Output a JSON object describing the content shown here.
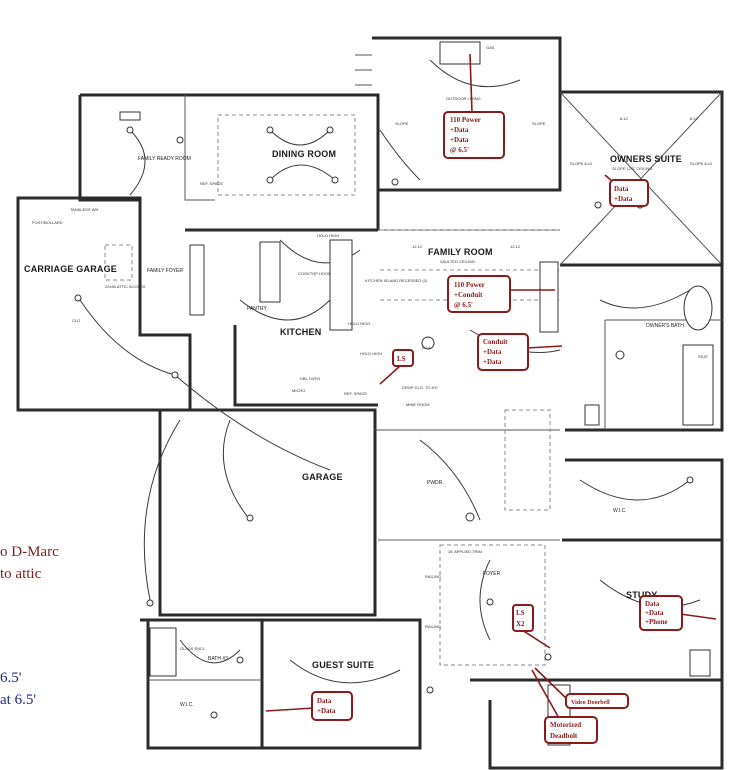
{
  "rooms": {
    "dining_room": "DINING ROOM",
    "family_room": "FAMILY ROOM",
    "family_room_sub": "VAULTED CEILING",
    "kitchen": "KITCHEN",
    "garage": "GARAGE",
    "carriage_garage": "CARRIAGE GARAGE",
    "owners_suite": "OWNERS SUITE",
    "owners_suite_sub": "SLOPE 12'0\" CEILING",
    "guest_suite": "GUEST SUITE",
    "study": "STUDY",
    "foyer": "FOYER",
    "family_ready_room": "FAMILY READY ROOM",
    "family_foyer": "FAMILY FOYER",
    "pantry": "PANTRY",
    "pwdr": "PWDR.",
    "wic_owner": "W.I.C.",
    "wic_guest": "W.I.C.",
    "owners_bath": "OWNER'S BATH",
    "bath3": "BATH #3",
    "outdoor_living": "OUTDOOR LIVING"
  },
  "annotations": {
    "slope_left": "SLOPE",
    "slope_right": "SLOPE",
    "slope_owner_a": "SLOPE 6:12",
    "slope_owner_b": "SLOPE 6:12",
    "slope_top_a": "6:12",
    "slope_top_b": "6:12",
    "hold_high_a": "HOLD HIGH",
    "hold_high_b": "HOLD HIGH",
    "hold_high_c": "HOLD HIGH",
    "post_bollard": "POST/BOLLARD",
    "tankless": "TANKLESS WH",
    "attic_access": "22x30 ATTIC ACCESS",
    "drop_clg": "DROP CLG. TO 8'4\"",
    "mine_room": "MINE ROOM",
    "ref_space_a": "REF. SPACE",
    "ref_space_b": "REF. SPACE",
    "micro": "MICRO",
    "dbl_oven": "DBL OVEN",
    "railing_a": "RAILING",
    "railing_b": "RAILING",
    "glass_encl": "GLASS ENCL.",
    "seat": "SEAT",
    "gas": "GAS",
    "clg": "CLG",
    "d24": "D2.4",
    "trim": "16' APPLIED TRIM",
    "cooktop": "COOKTOP HOOD",
    "kitchen_island": "KITCHEN ISLAND RECESSED (2)",
    "twelve_twelve_a": "12:12",
    "twelve_twelve_b": "12:12"
  },
  "callouts": {
    "outdoor": [
      "110 Power",
      "+Data",
      "+Data",
      "@ 6.5'"
    ],
    "owners_suite": [
      "Data",
      "+Data"
    ],
    "family_room": [
      "110 Power",
      "+Conduit",
      "@ 6.5'"
    ],
    "conduit": [
      "Conduit",
      "+Data",
      "+Data"
    ],
    "ls_kitchen": [
      "LS"
    ],
    "ls_foyer": [
      "LS",
      "X2"
    ],
    "study": [
      "Data",
      "+Data",
      "+Phone"
    ],
    "guest_suite": [
      "Data",
      "+Data"
    ],
    "video_doorbell": [
      "Video Doorbell"
    ],
    "motorized_deadbolt": [
      "Motorized",
      "Deadbolt"
    ]
  },
  "margin_text": {
    "line1": "o D-Marc",
    "line2": "to attic",
    "line3": "6.5'",
    "line4": "at 6.5'"
  },
  "colors": {
    "callout": "#8b1a1a",
    "margin_maroon": "#7a1f1f",
    "margin_navy": "#1f2a7a",
    "walls": "#2b2b2b"
  }
}
